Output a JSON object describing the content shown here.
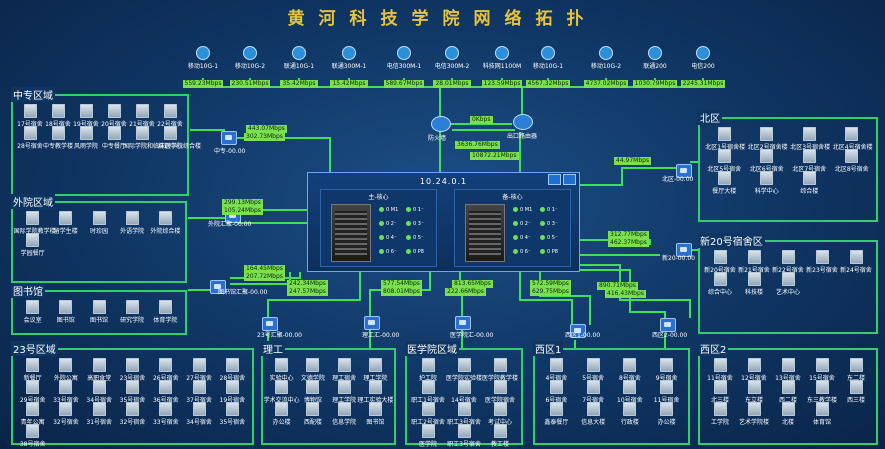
{
  "title": "黄河科技学院网络拓扑",
  "isps": [
    {
      "label": "移动10G-1",
      "rate": "559.23Mbps"
    },
    {
      "label": "移动10G-2",
      "rate": "230.51Mbps"
    },
    {
      "label": "联通10G-1",
      "rate": "35.42Mbps"
    },
    {
      "label": "联通300M-1",
      "rate": "15.42Mbps"
    },
    {
      "label": "电信300M-1",
      "rate": "589.67Mbps"
    },
    {
      "label": "电信300M-2",
      "rate": "28.01Mbps"
    },
    {
      "label": "科技网1100M",
      "rate": "123.59Mbps"
    },
    {
      "label": "移动10G-1",
      "rate": "4567.32Mbps"
    },
    {
      "label": "移动10G-2",
      "rate": "4737.02Mbps"
    },
    {
      "label": "联通200",
      "rate": "1030.79Mbps"
    },
    {
      "label": "电信200",
      "rate": "2245.31Mbps"
    }
  ],
  "middle": {
    "firewall": "防火墙",
    "exit_router": "出口路由器",
    "fw_rate": "0Kbps",
    "exit_rate1": "3636.76Mbps",
    "exit_rate2": "10872.21Mbps"
  },
  "core": {
    "ip": "10.24.0.1",
    "main": "主-核心",
    "backup": "备-核心",
    "ports": [
      "0 M1",
      "0 1⁻",
      "0 2⁻",
      "0 3⁻",
      "0 4⁻",
      "0 5⁻",
      "0 6⁻",
      "0 P8"
    ]
  },
  "nodes": {
    "zhongzhuan": "中专-00.00",
    "waiyuan": "外院汇聚-00.00",
    "tushuguan": "图书馆汇聚-00.00",
    "hui23": "23号汇聚-00.00",
    "ligong": "理工汇-00.00",
    "yixue": "医学院汇-00.00",
    "xiqu1": "西区1-00.00",
    "xiqu2": "西区2-00.00",
    "beiqu": "北区-00.00",
    "xin20": "新20-00.00"
  },
  "rates": {
    "zz1": "443.07Mbps",
    "zz2": "302.73Mbps",
    "wy1": "299.13Mbps",
    "wy2": "105.24Mbps",
    "ts1": "164.45Mbps",
    "ts2": "207.72Mbps",
    "h23a": "242.34Mbps",
    "h23b": "247.57Mbps",
    "lg1": "577.54Mbps",
    "lg2": "808.01Mbps",
    "yx1": "813.65Mbps",
    "yx2": "222.66Mbps",
    "xq1a": "572.59Mbps",
    "xq1b": "629.75Mbps",
    "bq": "44.97Mbps",
    "x20a": "312.77Mbps",
    "x20b": "462.37Mbps",
    "xq2a": "890.71Mbps",
    "xq2b": "416.43Mbps"
  },
  "regions": {
    "zhongzhuan": {
      "title": "中专区域",
      "items": [
        "17号宿舍",
        "18号宿舍",
        "19号宿舍",
        "20号宿舍",
        "21号宿舍",
        "22号宿舍",
        "28号宿舍",
        "中专教学楼",
        "风雨学院",
        "中专餐厅",
        "国际学院和临床医学院综合楼",
        "培训中心"
      ]
    },
    "waiyuan": {
      "title": "外院区域",
      "items": [
        "国际学院教学楼",
        "留学生楼",
        "时珍园",
        "外语学院",
        "外院综合楼",
        "学园餐厅"
      ]
    },
    "tushuguan": {
      "title": "图书馆",
      "items": [
        "会议室",
        "图书馆",
        "图书馆",
        "研究学院",
        "体育学院"
      ]
    },
    "hui23": {
      "title": "23号区域",
      "items": [
        "新餐厅",
        "外院公寓",
        "高职食堂",
        "23号宿舍",
        "26号宿舍",
        "27号宿舍",
        "28号宿舍",
        "29号宿舍",
        "33号宿舍",
        "34号宿舍",
        "35号宿舍",
        "36号宿舍",
        "37号宿舍",
        "19号宿舍",
        "青年公寓",
        "32号宿舍",
        "31号宿舍",
        "32号宿舍",
        "33号宿舍",
        "34号宿舍",
        "35号宿舍",
        "38号宿舍"
      ]
    },
    "ligong": {
      "title": "理工",
      "items": [
        "实验中心",
        "文德学院",
        "理工宿舍",
        "理工学院",
        "学术交流中心",
        "博物馆",
        "理工学院",
        "理工实验大楼",
        "办公楼",
        "西配楼",
        "信息学院",
        "图书馆"
      ]
    },
    "yixue": {
      "title": "医学院区域",
      "items": [
        "护工院",
        "医学院实验楼",
        "医学院教学楼",
        "职工1号宿舍",
        "14号宿舍",
        "医学院宿舍",
        "职工2号宿舍",
        "职工3号宿舍",
        "考试中心",
        "医学院",
        "职工3号宿舍",
        "教工楼"
      ]
    },
    "xiqu1": {
      "title": "西区1",
      "items": [
        "4号宿舍",
        "5号宿舍",
        "8号宿舍",
        "9号宿舍",
        "6号宿舍",
        "7号宿舍",
        "10号宿舍",
        "11号宿舍",
        "鑫泰餐厅",
        "信息大楼",
        "行政楼",
        "办公楼"
      ]
    },
    "xiqu2": {
      "title": "西区2",
      "items": [
        "11号宿舍",
        "12号宿舍",
        "13号宿舍",
        "15号宿舍",
        "东二楼",
        "北三楼",
        "东立楼",
        "西二楼",
        "东三教学楼",
        "西三楼",
        "工学院",
        "艺术学院楼",
        "北楼",
        "体育馆"
      ]
    },
    "beiqu": {
      "title": "北区",
      "items": [
        "北区1号宿舍楼",
        "北区2号宿舍楼",
        "北区3号宿舍楼",
        "北区4号宿舍楼",
        "北区5号宿舍",
        "北区6号宿舍",
        "北区7号宿舍",
        "北区8号宿舍",
        "餐厅大楼",
        "科学中心",
        "综合楼"
      ]
    },
    "xin20": {
      "title": "新20号宿舍区",
      "items": [
        "新20号宿舍",
        "新21号宿舍",
        "新22号宿舍",
        "新23号宿舍",
        "新24号宿舍",
        "综合中心",
        "科技楼",
        "艺术中心"
      ]
    }
  }
}
